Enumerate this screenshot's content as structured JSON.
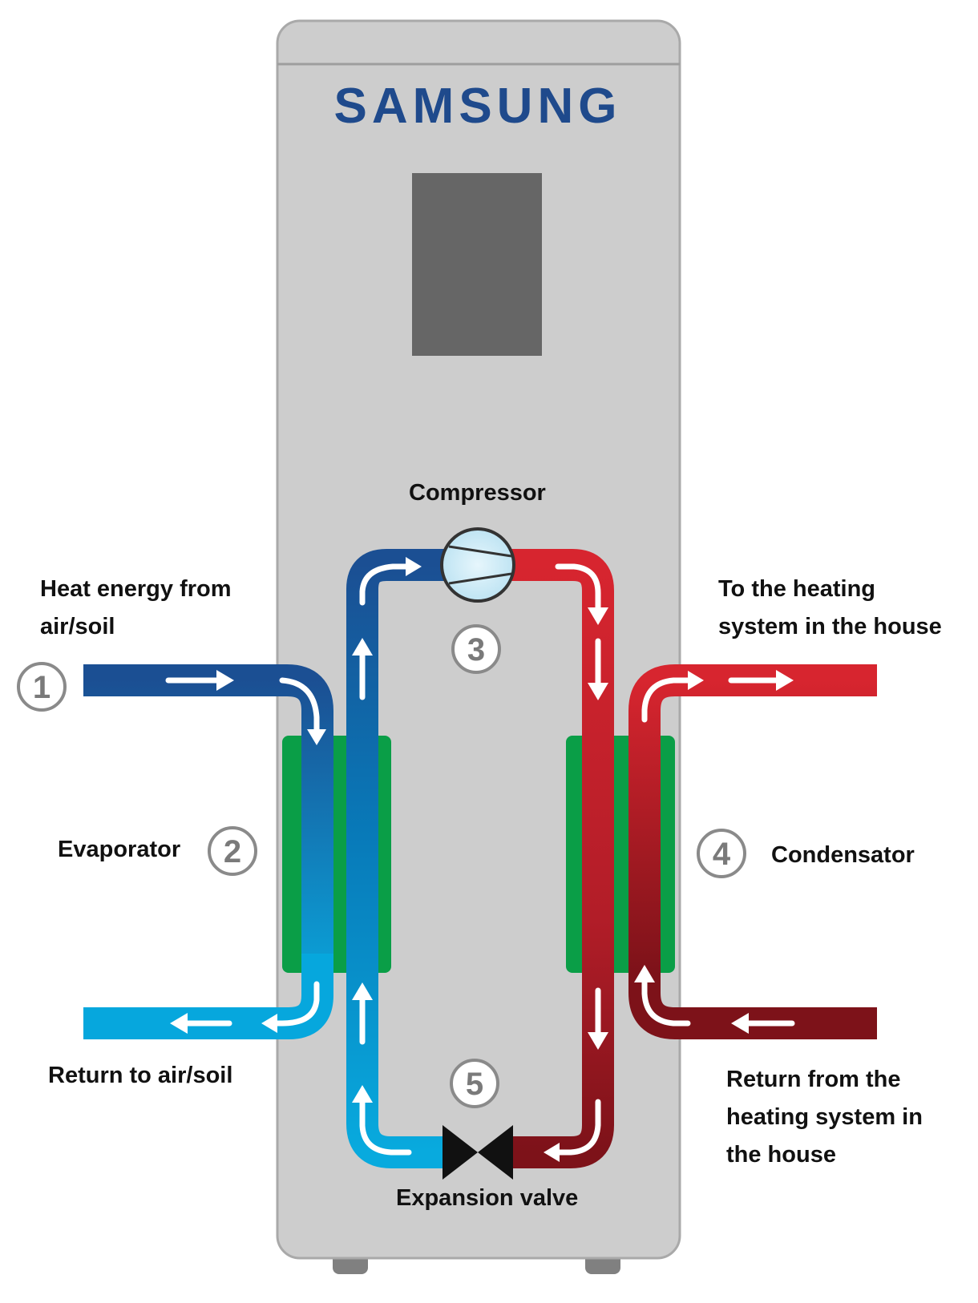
{
  "brand": "SAMSUNG",
  "labels": {
    "compressor": "Compressor",
    "heat_source_line1": "Heat energy from",
    "heat_source_line2": "air/soil",
    "heating_out_line1": "To the heating",
    "heating_out_line2": "system in the house",
    "evaporator": "Evaporator",
    "condensator": "Condensator",
    "return_air": "Return to air/soil",
    "return_heating_line1": "Return from the",
    "return_heating_line2": "heating system in",
    "return_heating_line3": "the house",
    "expansion_valve": "Expansion valve"
  },
  "steps": {
    "one": "1",
    "two": "2",
    "three": "3",
    "four": "4",
    "five": "5"
  },
  "colors": {
    "cabinet": "#cdcdcd",
    "display": "#666666",
    "brand": "#1f4a8c",
    "cold_dark": "#1b4f93",
    "cold_light": "#06a7dd",
    "hot_light": "#d7252f",
    "hot_dark": "#7d1219",
    "exchanger": "#0a9e47",
    "valve": "#111111"
  },
  "icons": {
    "compressor": "compressor-icon",
    "valve": "expansion-valve-icon",
    "flow": "arrow-icon"
  }
}
